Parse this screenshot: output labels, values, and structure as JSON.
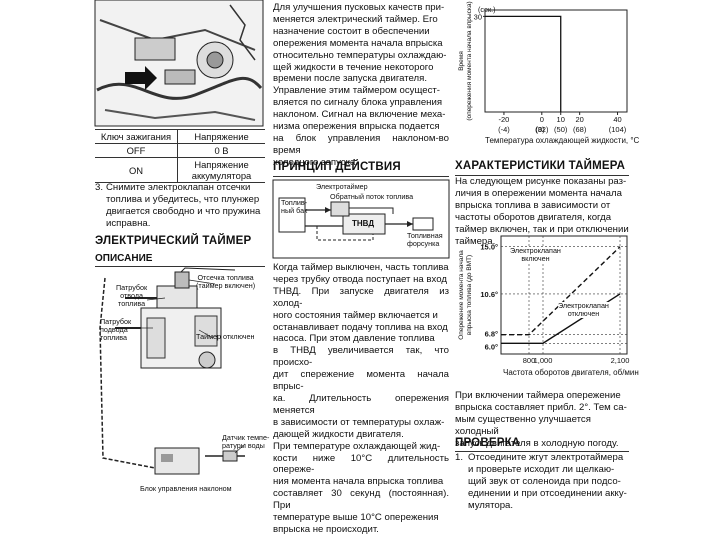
{
  "col1": {
    "table": {
      "header": [
        "Ключ зажигания",
        "Напряжение"
      ],
      "rows": [
        [
          "OFF",
          "0 В"
        ],
        [
          "ON",
          "Напряжение\nаккумулятора"
        ]
      ]
    },
    "step3_number": "3.",
    "step3_text": "Снимите электроклапан отсечки\nтоплива и убедитесь, что плунжер\nдвигается свободно и что пружина\nисправна.",
    "section_title": "ЭЛЕКТРИЧЕСКИЙ ТАЙМЕР",
    "subsection_title": "ОПИСАНИЕ",
    "diagram_labels": {
      "patrubok_otvoda": "Патрубок\nотвода\nтоплива",
      "otsechka": "Отсечка топлива\n(таймер включен)",
      "patrubok_podvoda": "Патрубок\nподвода\nтоплива",
      "timer_off": "Таймер отключен",
      "sensor": "Датчик темпе-\nратуры воды",
      "control_unit": "Блок управления наклоном"
    }
  },
  "col2": {
    "intro": "Для улучшения пусковых качеств при-\nменяется электрический таймер. Его\nназначение состоит в обеспечении\nопережения момента начала впрыска\nотносительно температуры охлаждаю-\nщей жидкости в течение некоторого\nвремени после запуска двигателя.\nУправление этим таймером осущест-\nвляется по сигналу блока управления\nнаклоном. Сигнал на включение меха-\nнизма опережения впрыска подается\nна блок управления наклоном-во время\nхолодного запуска.",
    "principle_title": "ПРИНЦИП ДЕЙСТВИЯ",
    "principle_labels": {
      "timer": "Электротаймер",
      "return_flow": "Обратный поток топлива",
      "tank": "Топлив-\nный бак",
      "pump": "ТНВД",
      "injector": "Топливная\nфорсунка"
    },
    "body": "Когда таймер выключен, часть топлива\nчерез трубку отвода поступает на вход\nТНВД. При запуске двигателя из холод-\nного состояния таймер включается и\nостанавливает подачу топлива на вход\nнасоса. При этом давление топлива\nв ТНВД увеличивается так, что происхо-\nдит спережение момента начала впрыс-\nка. Длительность опережения меняется\nв зависимости от температуры охлаж-\nдающей жидкости двигателя.\nПри температуре охлаждающей жид-\nкости ниже 10°С длительность опереже-\nния момента начала впрыска топлива\nсоставляет 30 секунд (постоянная). При\nтемпературе выше 10°С опережения\nвпрыска не происходит."
  },
  "col3": {
    "chart1": {
      "ylabel": "Время\n(опережения момента начала впрыска)",
      "y_unit": "(сек.)",
      "y_tick": "30",
      "x_ticks_c": [
        "-20",
        "0",
        "10",
        "20",
        "40"
      ],
      "x_ticks_f": [
        "(-4)",
        "(0)",
        "(32)",
        "(50)",
        "(68)",
        "(104)"
      ],
      "xlabel": "Температура охлаждающей жидкости, °С"
    },
    "timer_title": "ХАРАКТЕРИСТИКИ ТАЙМЕРА",
    "timer_text": "На следующем рисунке показаны раз-\nличия в опережении момента начала\nвпрыска топлива в зависимости от\nчастоты оборотов двигателя, когда\nтаймер включен, так и при отключении таймера.",
    "chart2": {
      "ylabel": "Опережение момента начала\nвпрыска топлива (до ВМТ)",
      "y_ticks": [
        "15.0°",
        "10.6°",
        "6.8°",
        "6.0°"
      ],
      "x_ticks": [
        "800",
        "1,000",
        "2,100"
      ],
      "xlabel": "Частота оборотов двигателя, об/мин",
      "label_on": "Электроклапан\nвключен",
      "label_off": "Электроклапан\nотключен"
    },
    "after_chart": "При включении таймера опережение\nвпрыска составляет прибл. 2°. Тем са-\nмым существенно улучшается холодный\nзапуск двигателя в холодную погоду.",
    "check_title": "ПРОВЕРКА",
    "check_number": "1.",
    "check_text": "Отсоедините жгут электротаймера\nи проверьте исходит ли щелкаю-\nщий звук от соленоида при подсо-\nединении и при отсоединении акку-\nмулятора."
  },
  "chart_data": [
    {
      "type": "line",
      "title": "",
      "xlabel": "Температура охлаждающей жидкости, °С",
      "ylabel": "Время (опережения момента начала впрыска)",
      "series": [
        {
          "x": [
            -30,
            10,
            10
          ],
          "y": [
            30,
            30,
            0
          ]
        }
      ],
      "xlim": [
        -30,
        45
      ],
      "ylim": [
        0,
        32
      ]
    },
    {
      "type": "line",
      "title": "",
      "xlabel": "Частота оборотов двигателя, об/мин",
      "ylabel": "Опережение момента начала впрыска топлива (до ВМТ)",
      "series": [
        {
          "name": "Электроклапан включен",
          "x": [
            400,
            800,
            2100
          ],
          "y": [
            6.8,
            6.8,
            15.0
          ]
        },
        {
          "name": "Электроклапан отключен",
          "x": [
            400,
            1000,
            2100
          ],
          "y": [
            6.0,
            6.0,
            10.6
          ]
        }
      ],
      "xlim": [
        400,
        2200
      ],
      "ylim": [
        5,
        16
      ]
    }
  ]
}
